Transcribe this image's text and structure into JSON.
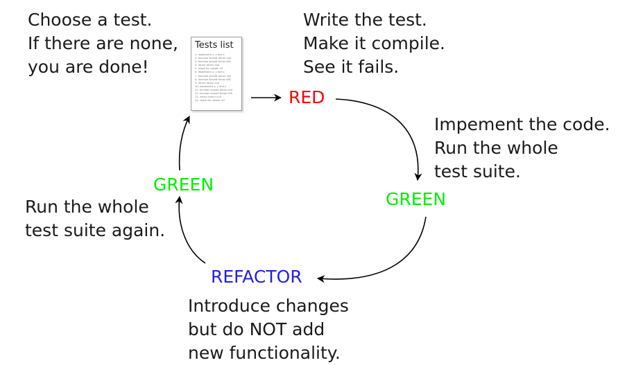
{
  "notes": {
    "choose": [
      "Choose a test.",
      "If there are none,",
      "you are done!"
    ],
    "write": [
      "Write the test.",
      "Make it compile.",
      "See it fails."
    ],
    "implement": [
      "Impement the code.",
      "Run the whole",
      "test suite."
    ],
    "run_again": [
      "Run the whole",
      "test suite again."
    ],
    "refactor_note": [
      "Introduce changes",
      "but do NOT add",
      "new functionality."
    ]
  },
  "stages": {
    "red": "RED",
    "green_right": "GREEN",
    "refactor": "REFACTOR",
    "green_left": "GREEN"
  },
  "tests_list": {
    "title": "Tests list",
    "items": [
      "1. implement x, y and z",
      "2. function should return null",
      "3. function should throw x58",
      "4. return return null",
      "5. check for values <0",
      "6. implement x, y and z",
      "7. function should return null",
      "8. function should throw x58",
      "9. return return null",
      "10. implement x, y and z",
      "11. function should return null",
      "12. function should throw x58",
      "13. return return null",
      "14. check for values <0"
    ]
  },
  "colors": {
    "red": "#ff0000",
    "green": "#00ee00",
    "refactor": "#2222dd",
    "text": "#1a1a1a",
    "arrow": "#000000"
  }
}
